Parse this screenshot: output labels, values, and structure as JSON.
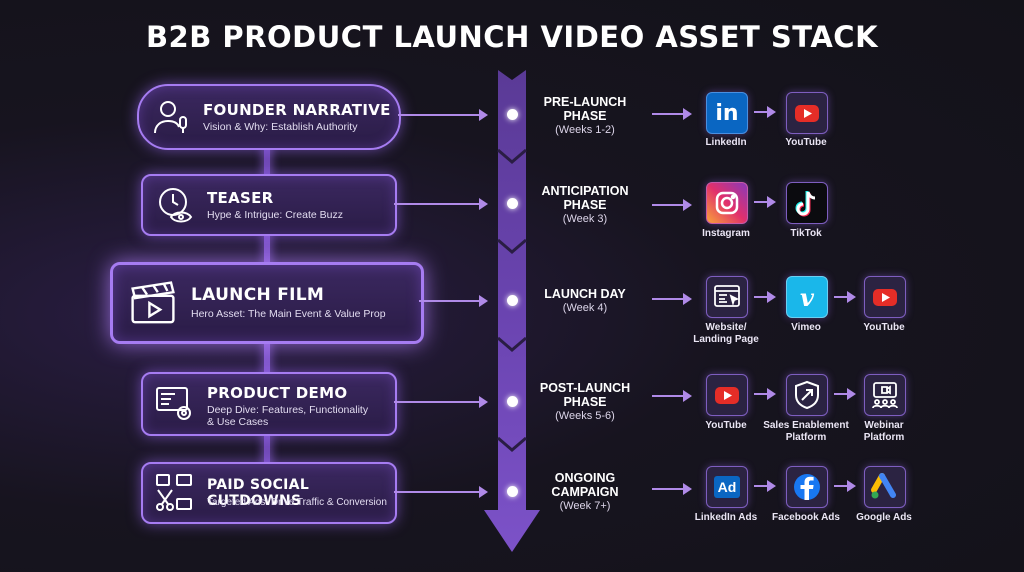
{
  "title": "B2B PRODUCT LAUNCH VIDEO ASSET STACK",
  "assets": [
    {
      "title": "FOUNDER NARRATIVE",
      "subtitle": "Vision & Why: Establish Authority",
      "icon": "founder-microphone-icon"
    },
    {
      "title": "TEASER",
      "subtitle": "Hype & Intrigue: Create Buzz",
      "icon": "clock-eye-icon"
    },
    {
      "title": "LAUNCH FILM",
      "subtitle": "Hero Asset: The Main Event & Value Prop",
      "icon": "clapperboard-icon"
    },
    {
      "title": "PRODUCT DEMO",
      "subtitle_1": "Deep Dive: Features, Functionality",
      "subtitle_2": "& Use Cases",
      "icon": "screen-gear-icon"
    },
    {
      "title": "PAID SOCIAL CUTDOWNS",
      "subtitle": "Targeted Ads: Drive Traffic & Conversion",
      "icon": "scissors-clips-icon"
    }
  ],
  "phases": [
    {
      "name_1": "PRE-LAUNCH",
      "name_2": "PHASE",
      "time": "(Weeks 1-2)"
    },
    {
      "name_1": "ANTICIPATION",
      "name_2": "PHASE",
      "time": "(Week 3)"
    },
    {
      "name_1": "LAUNCH DAY",
      "name_2": "",
      "time": "(Week 4)"
    },
    {
      "name_1": "POST-LAUNCH",
      "name_2": "PHASE",
      "time": "(Weeks 5-6)"
    },
    {
      "name_1": "ONGOING",
      "name_2": "CAMPAIGN",
      "time": "(Week 7+)"
    }
  ],
  "platforms": [
    [
      {
        "label": "LinkedIn",
        "icon": "linkedin-icon"
      },
      {
        "label": "YouTube",
        "icon": "youtube-icon"
      }
    ],
    [
      {
        "label": "Instagram",
        "icon": "instagram-icon"
      },
      {
        "label": "TikTok",
        "icon": "tiktok-icon"
      }
    ],
    [
      {
        "label_1": "Website/",
        "label_2": "Landing Page",
        "icon": "website-icon"
      },
      {
        "label": "Vimeo",
        "icon": "vimeo-icon"
      },
      {
        "label": "YouTube",
        "icon": "youtube-icon"
      }
    ],
    [
      {
        "label": "YouTube",
        "icon": "youtube-icon"
      },
      {
        "label_1": "Sales Enablement",
        "label_2": "Platform",
        "icon": "sales-enablement-icon"
      },
      {
        "label_1": "Webinar",
        "label_2": "Platform",
        "icon": "webinar-icon"
      }
    ],
    [
      {
        "label": "LinkedIn Ads",
        "icon": "linkedin-ads-icon"
      },
      {
        "label": "Facebook Ads",
        "icon": "facebook-icon"
      },
      {
        "label": "Google Ads",
        "icon": "google-ads-icon"
      }
    ]
  ],
  "colors": {
    "accent": "#a67cf2",
    "background": "#16141d",
    "youtube": "#e52d27",
    "linkedin": "#0a66c2",
    "facebook": "#1877f2",
    "vimeo": "#1ab7ea"
  }
}
